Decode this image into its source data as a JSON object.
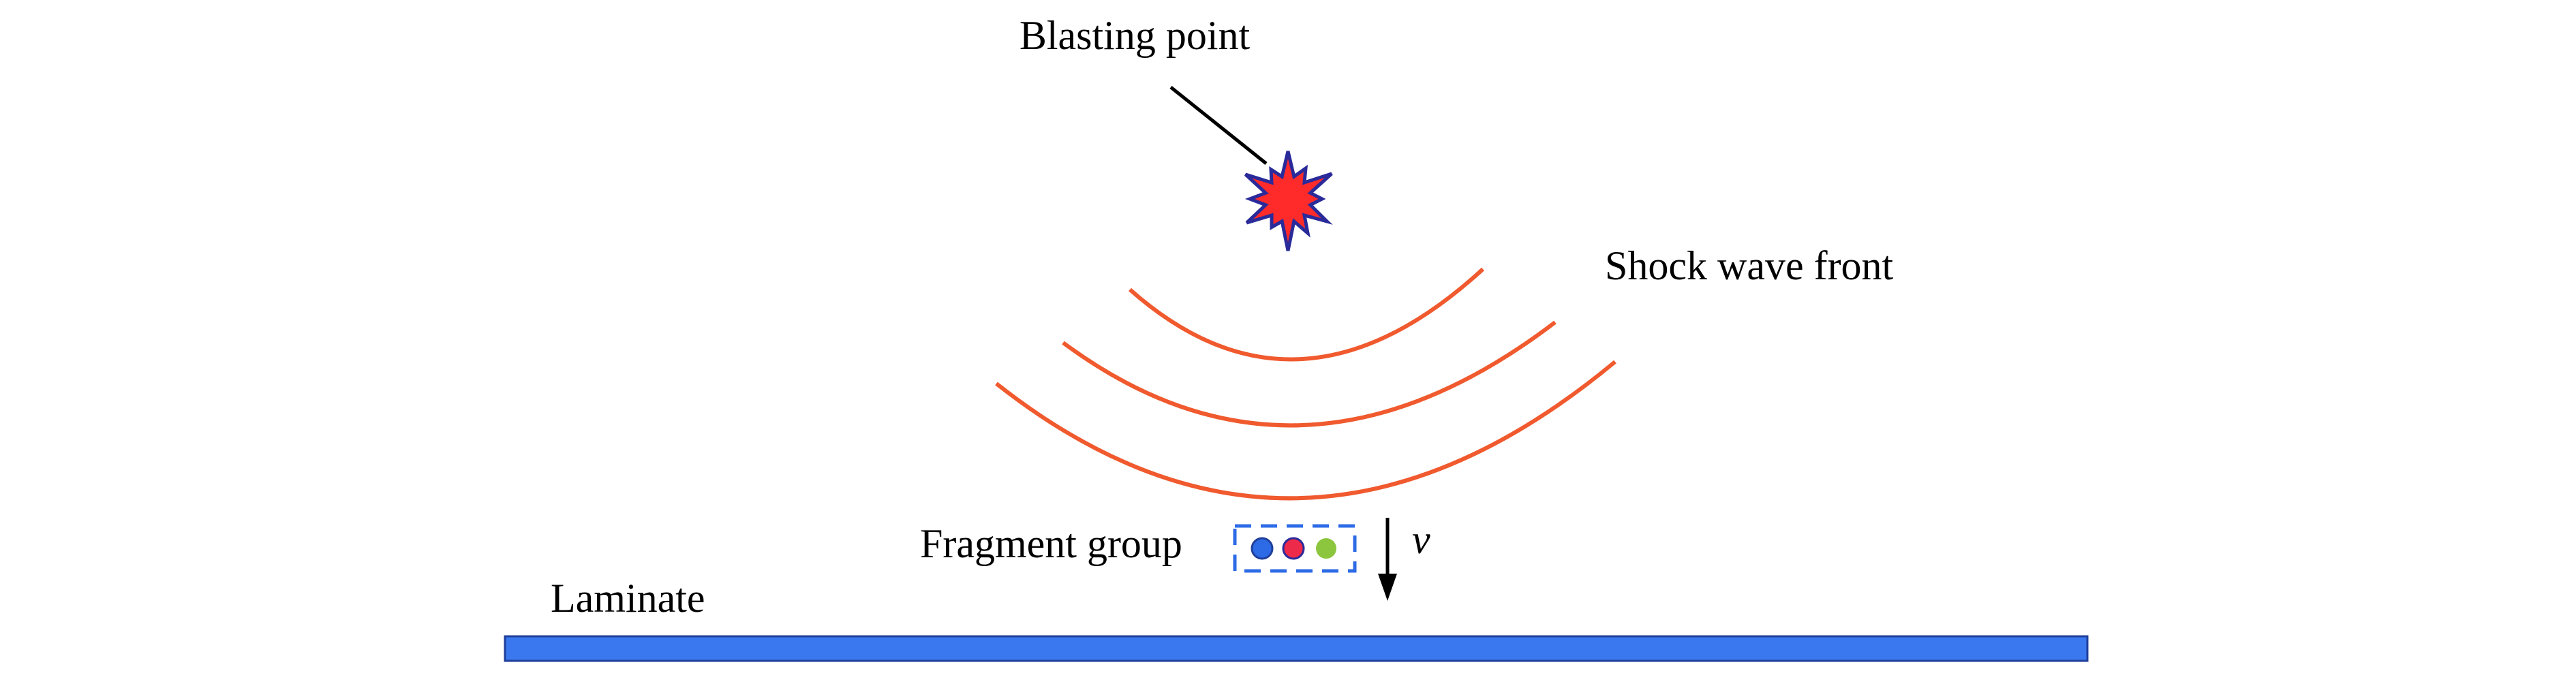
{
  "labels": {
    "blasting_point": "Blasting point",
    "shock_wave_front": "Shock wave front",
    "fragment_group": "Fragment group",
    "velocity": "v",
    "laminate": "Laminate"
  },
  "colors": {
    "explosion_fill": "#ff2b2b",
    "explosion_stroke": "#2a2a9a",
    "shock_wave": "#f05a2e",
    "fragment_box_border": "#2d6be6",
    "fragment_blue": "#2d6be6",
    "fragment_red": "#ee2a4a",
    "fragment_green": "#8cc63f",
    "laminate_fill": "#3a78ef",
    "laminate_stroke": "#1f3f9a",
    "text": "#000000"
  },
  "icons": {
    "explosion": "starburst-icon",
    "velocity_arrow": "arrow-down-icon"
  }
}
